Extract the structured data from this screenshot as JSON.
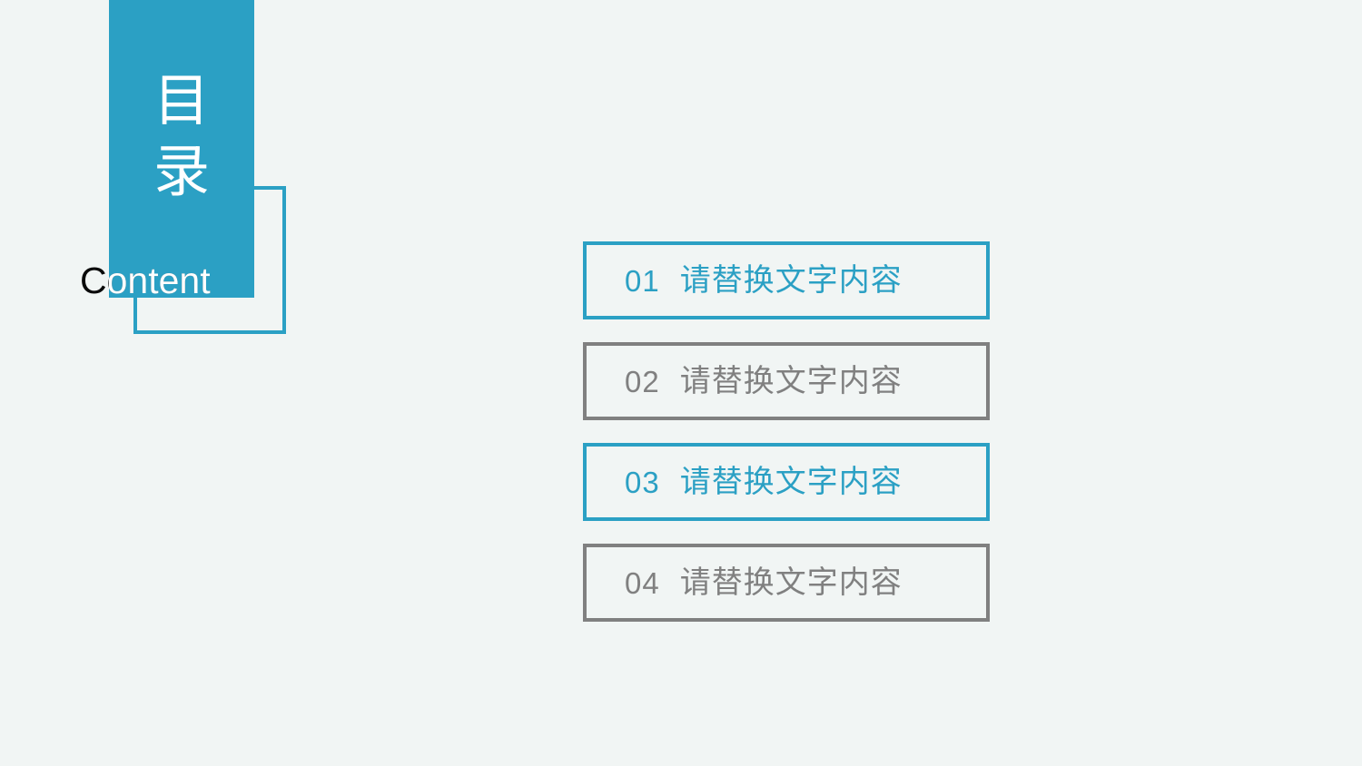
{
  "slide": {
    "background_color": "#f1f5f4",
    "accent_color": "#2ba0c4",
    "muted_color": "#808080"
  },
  "title_block": {
    "cjk_title": "目\n录",
    "latin_title": "Content",
    "latin_color_outside": "#0a0a0a",
    "latin_color_inside": "#ffffff"
  },
  "menu": {
    "items": [
      {
        "index": "01",
        "label": "请替换文字内容",
        "state": "accent"
      },
      {
        "index": "02",
        "label": "请替换文字内容",
        "state": "muted"
      },
      {
        "index": "03",
        "label": "请替换文字内容",
        "state": "accent"
      },
      {
        "index": "04",
        "label": "请替换文字内容",
        "state": "muted"
      }
    ]
  }
}
